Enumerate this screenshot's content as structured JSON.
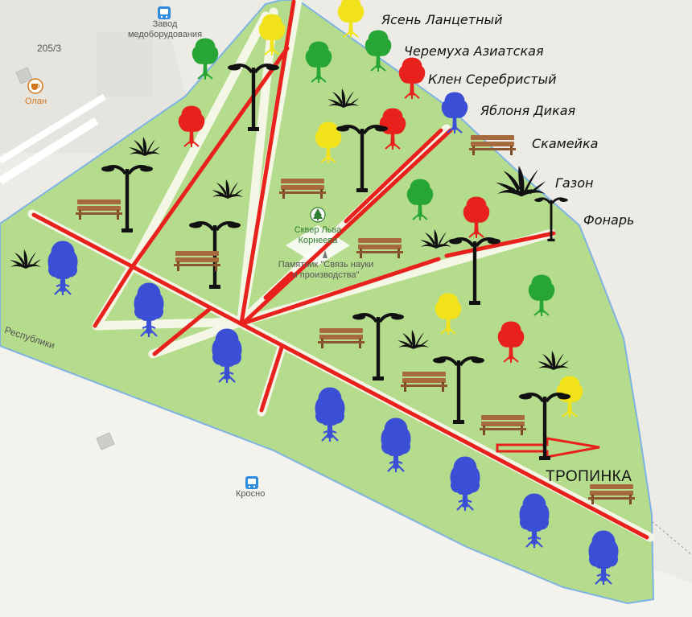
{
  "map": {
    "legend": {
      "ash": "Ясень Ланцетный",
      "cherry": "Черемуха Азиатская",
      "maple": "Клен Серебристый",
      "apple": "Яблоня Дикая",
      "bench": "Скамейка",
      "lawn": "Газон",
      "lamp": "Фонарь"
    },
    "labels": {
      "building_number": "205/3",
      "factory_stop": "Завод медоборудования",
      "cafe": "Олан",
      "square_name": "Сквер Льва Корнеева",
      "monument": "Памятник \"Связь науки и производства\"",
      "street": "Республики",
      "krosno_stop": "Кросно",
      "path": "ТРОПИНКА"
    },
    "colors": {
      "park": "#b5dc8c",
      "path": "#f4f6e6",
      "road": "#f7b13a",
      "route": "#e8211c",
      "apple_tree": "#3a4fd6",
      "maple_tree": "#e8211c",
      "ash_tree": "#f2e21b",
      "cherry_tree": "#27a535",
      "bench": "#a66a3d",
      "transit": "#2f8be0"
    }
  }
}
